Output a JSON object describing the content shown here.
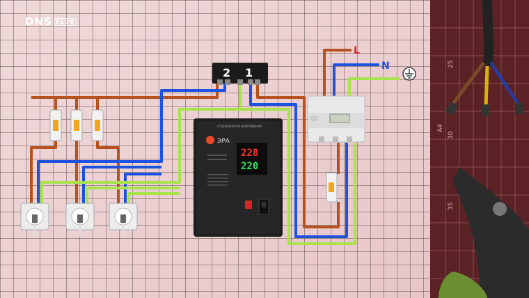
{
  "brand": {
    "logo_main": "DNS",
    "logo_sub": "KLUB"
  },
  "terminal": {
    "label_2": "2",
    "label_1": "1"
  },
  "input_labels": {
    "line": "L",
    "neutral": "N",
    "ground_symbol": "⏚"
  },
  "stabilizer": {
    "brand": "ЭРА",
    "title": "СТАБИЛИЗАТОР НАПРЯЖЕНИЯ",
    "display_input": "228",
    "display_output": "220"
  },
  "ruler": {
    "marks": [
      "25",
      "30",
      "35",
      "A4"
    ]
  },
  "colors": {
    "wire_phase": "#b5521f",
    "wire_neutral": "#1d52e0",
    "wire_ground": "#a8e34d",
    "line_label": "#e01a1a",
    "neutral_label": "#1d52e0",
    "grid_line": "#5a4a4a",
    "display_digits": "#ff3030",
    "display_digits_2": "#30e060"
  }
}
